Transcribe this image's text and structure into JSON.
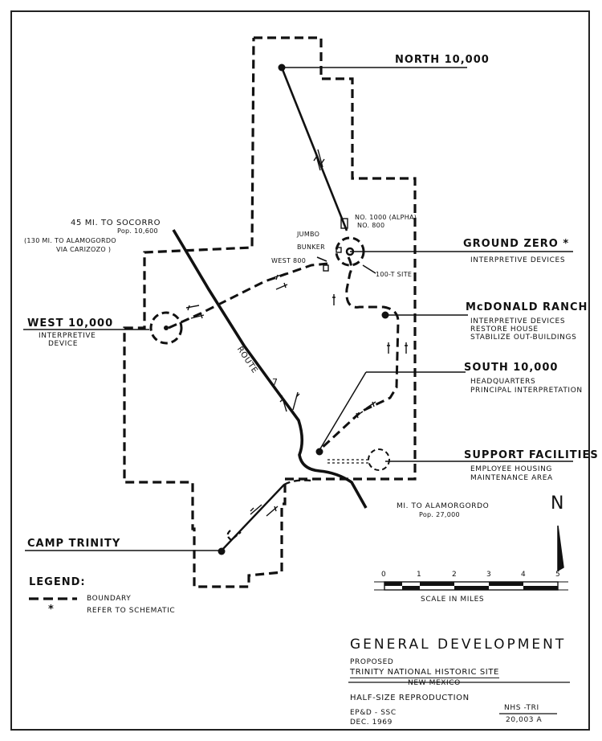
{
  "sites": {
    "north": {
      "title": "NORTH  10,000"
    },
    "ground_zero": {
      "title": "GROUND ZERO",
      "mark": "*",
      "sub1": "INTERPRETIVE  DEVICES"
    },
    "mcdonald": {
      "title": "McDONALD RANCH",
      "sub1": "INTERPRETIVE  DEVICES",
      "sub2": "RESTORE  HOUSE",
      "sub3": "STABILIZE  OUT-BUILDINGS"
    },
    "south": {
      "title": "SOUTH  10,000",
      "sub1": "HEADQUARTERS",
      "sub2": "PRINCIPAL  INTERPRETATION"
    },
    "support": {
      "title": "SUPPORT  FACILITIES",
      "sub1": "EMPLOYEE  HOUSING",
      "sub2": "MAINTENANCE  AREA"
    },
    "west": {
      "title": "WEST  10,000",
      "sub1": "INTERPRETIVE",
      "sub2": "DEVICE"
    },
    "camp_trinity": {
      "title": "CAMP  TRINITY"
    }
  },
  "notes": {
    "socorro": "45  MI.  TO  SOCORRO",
    "socorro_pop": "Pop.  10,600",
    "alamogordo_via1": "(130  MI.  TO  ALAMOGORDO",
    "alamogordo_via2": "VIA  CARIZOZO )",
    "alamogordo": "MI.  TO  ALAMORGORDO",
    "alamogordo_pop": "Pop.  27,000",
    "jumbo": "JUMBO",
    "bunker": "BUNKER",
    "west800": "WEST  800",
    "no1000": "NO. 1000  (ALPHA)",
    "no800": "NO. 800",
    "t100": "100-T  SITE",
    "route": "ROUTE",
    "route_num": "7"
  },
  "legend": {
    "title": "LEGEND:",
    "boundary": "BOUNDARY",
    "star": "*",
    "schematic": "REFER  TO  SCHEMATIC"
  },
  "scale": {
    "ticks": [
      "0",
      "1",
      "2",
      "3",
      "4",
      "5"
    ],
    "label": "SCALE  IN  MILES"
  },
  "north_arrow": "N",
  "title_block": {
    "title": "GENERAL   DEVELOPMENT",
    "proposed": "PROPOSED",
    "site": "TRINITY  NATIONAL  HISTORIC  SITE",
    "state": "NEW   MEXICO",
    "repro": "HALF-SIZE  REPRODUCTION",
    "office": "EP&D  - SSC",
    "date": "DEC.  1969",
    "drawing_code": "NHS -TRI",
    "drawing_no": "20,003 A"
  }
}
